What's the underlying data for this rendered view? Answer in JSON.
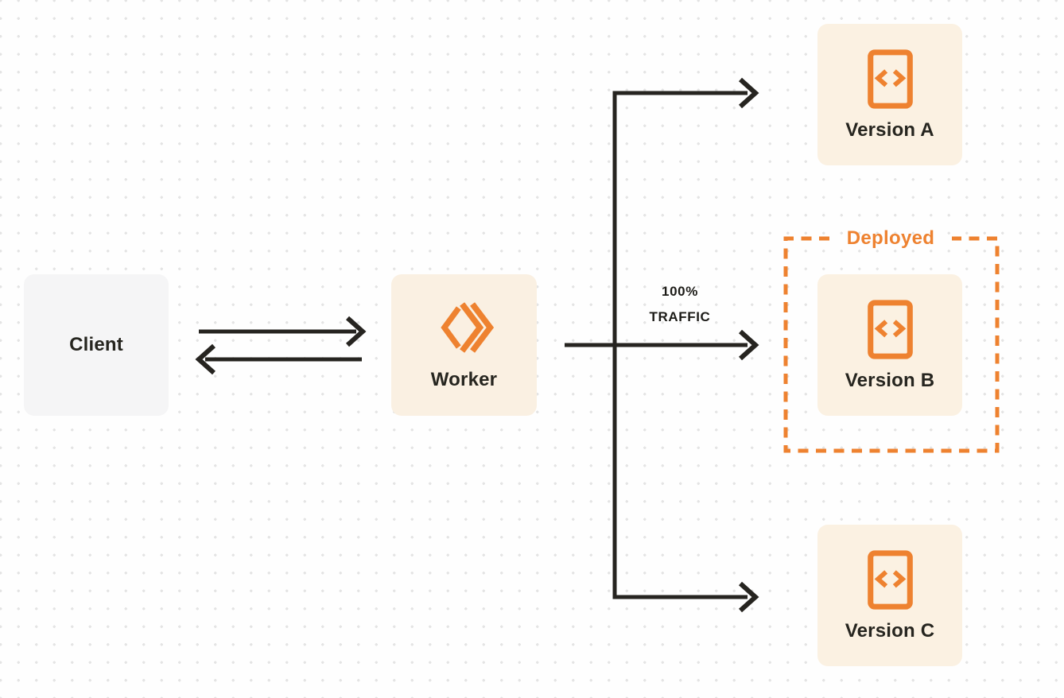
{
  "palette": {
    "orange": "#ee8230",
    "dark_stroke": "#262420",
    "client_bg": "#f5f5f6",
    "orange_box_bg": "#fbf1e2",
    "canvas_bg": "#fefefe",
    "dot_grid": "#e4e4e4"
  },
  "nodes": {
    "client": {
      "label": "Client"
    },
    "worker": {
      "label": "Worker",
      "icon": "cloudflare-workers-logo"
    },
    "version_a": {
      "label": "Version A",
      "icon": "code-file"
    },
    "version_b": {
      "label": "Version B",
      "icon": "code-file"
    },
    "version_c": {
      "label": "Version C",
      "icon": "code-file"
    }
  },
  "annotations": {
    "deployed": {
      "label": "Deployed"
    },
    "traffic": {
      "line1": "100%",
      "line2": "TRAFFIC"
    }
  },
  "edges": [
    {
      "from": "client",
      "to": "worker",
      "type": "arrow-right"
    },
    {
      "from": "worker",
      "to": "client",
      "type": "arrow-left"
    },
    {
      "from": "worker",
      "to": "version_a",
      "type": "branch-arrow"
    },
    {
      "from": "worker",
      "to": "version_b",
      "type": "main-arrow",
      "label": "100% TRAFFIC"
    },
    {
      "from": "worker",
      "to": "version_c",
      "type": "branch-arrow"
    }
  ]
}
